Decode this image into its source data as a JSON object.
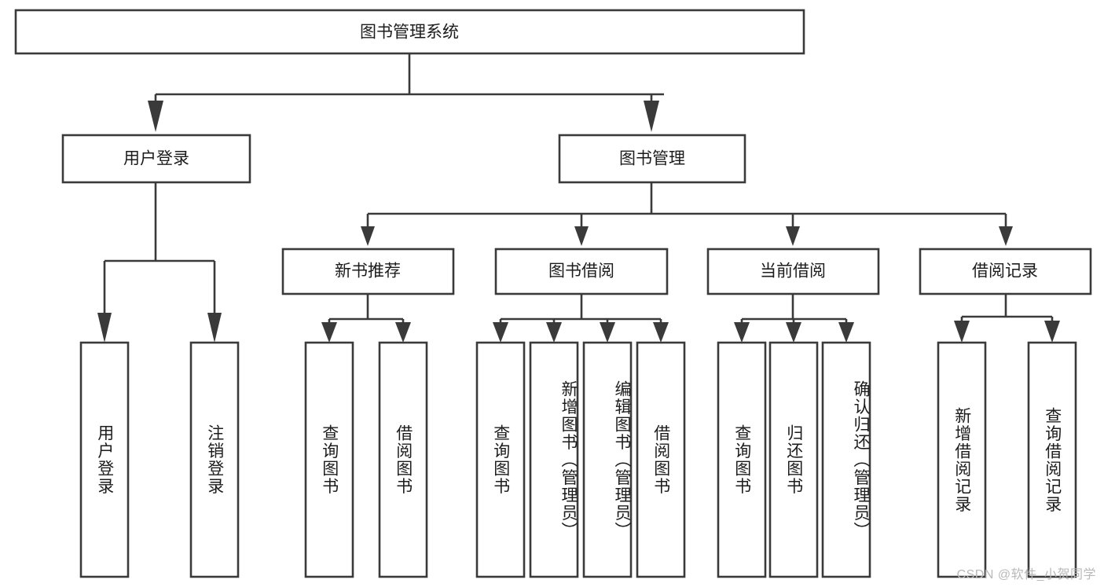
{
  "diagram": {
    "title": "图书管理系统",
    "type": "hierarchy-tree",
    "watermark": "CSDN @软件_小贺同学",
    "colors": {
      "stroke": "#3a3a3a",
      "fill": "#ffffff",
      "text": "#1c1c1c",
      "watermark": "#b9b9b9"
    },
    "levels": {
      "root": {
        "label": "图书管理系统"
      },
      "level2": [
        {
          "label": "用户登录"
        },
        {
          "label": "图书管理"
        }
      ],
      "level3": [
        {
          "label": "新书推荐"
        },
        {
          "label": "图书借阅"
        },
        {
          "label": "当前借阅"
        },
        {
          "label": "借阅记录"
        }
      ],
      "leaves": {
        "user_login": [
          {
            "label": "用户登录"
          },
          {
            "label": "注销登录"
          }
        ],
        "new_book_recommend": [
          {
            "label": "查询图书"
          },
          {
            "label": "借阅图书"
          }
        ],
        "book_borrow": [
          {
            "label": "查询图书"
          },
          {
            "label": "新增图书（管理员）"
          },
          {
            "label": "编辑图书（管理员）"
          },
          {
            "label": "借阅图书"
          }
        ],
        "current_borrow": [
          {
            "label": "查询图书"
          },
          {
            "label": "归还图书"
          },
          {
            "label": "确认归还（管理员）"
          }
        ],
        "borrow_records": [
          {
            "label": "新增借阅记录"
          },
          {
            "label": "查询借阅记录"
          }
        ]
      }
    }
  }
}
